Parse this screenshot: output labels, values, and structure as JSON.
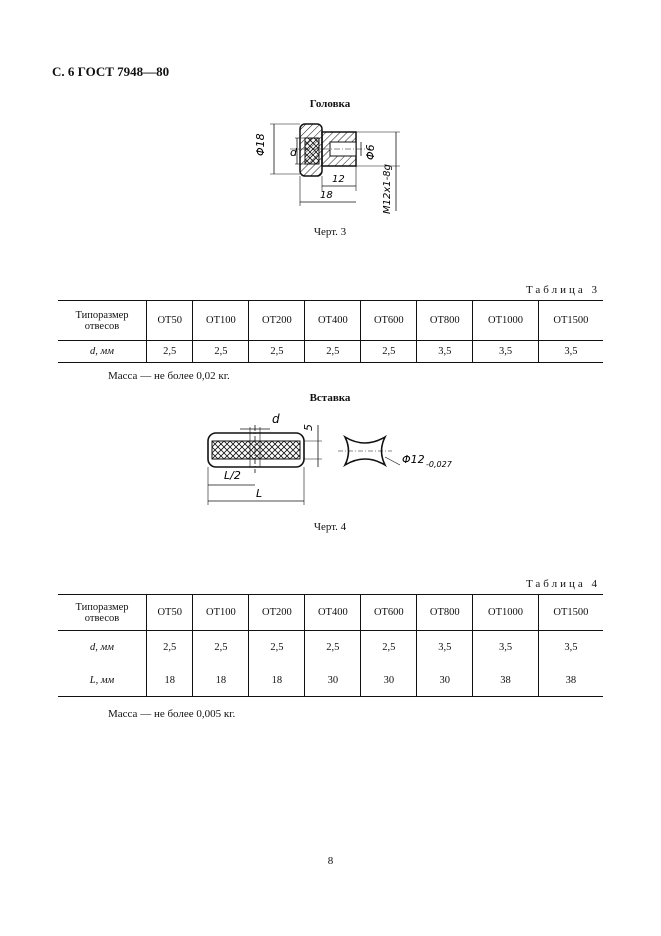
{
  "header": "С. 6 ГОСТ 7948—80",
  "section1": {
    "title": "Головка",
    "drawing_labels": {
      "phi18": "Φ18",
      "d": "d",
      "phi6": "Φ6",
      "dim12": "12",
      "dim18": "18",
      "thread": "M12x1-8g"
    },
    "caption": "Черт. 3"
  },
  "table3": {
    "label": "Таблица 3",
    "header_first": "Типоразмер отвесов",
    "columns": [
      "ОТ50",
      "ОТ100",
      "ОТ200",
      "ОТ400",
      "ОТ600",
      "ОТ800",
      "ОТ1000",
      "ОТ1500"
    ],
    "rows": [
      {
        "label": "d,  мм",
        "values": [
          "2,5",
          "2,5",
          "2,5",
          "2,5",
          "2,5",
          "3,5",
          "3,5",
          "3,5"
        ]
      }
    ],
    "note": "Масса — не более 0,02 кг."
  },
  "section2": {
    "title": "Вставка",
    "drawing_labels": {
      "d": "d",
      "five": "5",
      "L2": "L/2",
      "L": "L",
      "phi12": "Φ12",
      "tol": "-0,027"
    },
    "caption": "Черт. 4"
  },
  "table4": {
    "label": "Таблица 4",
    "header_first": "Типоразмер отвесов",
    "columns": [
      "ОТ50",
      "ОТ100",
      "ОТ200",
      "ОТ400",
      "ОТ600",
      "ОТ800",
      "ОТ1000",
      "ОТ1500"
    ],
    "rows": [
      {
        "label": "d,  мм",
        "values": [
          "2,5",
          "2,5",
          "2,5",
          "2,5",
          "2,5",
          "3,5",
          "3,5",
          "3,5"
        ]
      },
      {
        "label": "L,  мм",
        "values": [
          "18",
          "18",
          "18",
          "30",
          "30",
          "30",
          "38",
          "38"
        ]
      }
    ],
    "note": "Масса — не более 0,005 кг."
  },
  "page_number": "8"
}
